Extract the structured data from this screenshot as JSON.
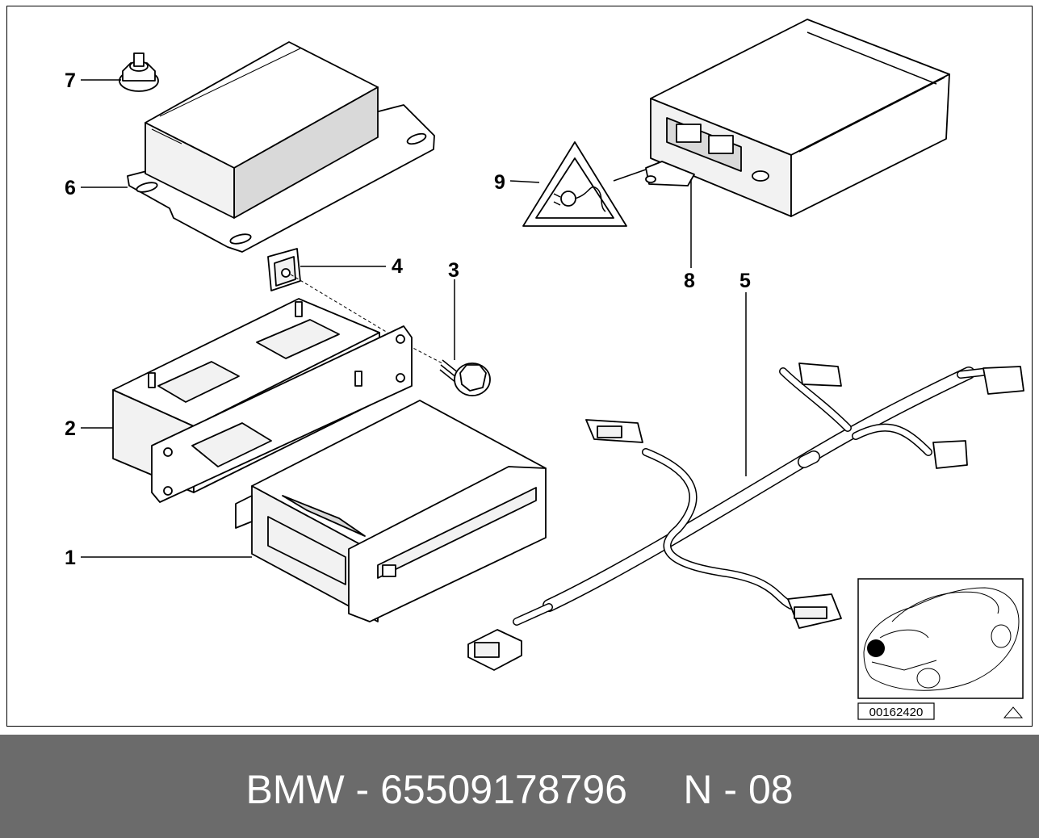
{
  "callouts": {
    "c1": "1",
    "c2": "2",
    "c3": "3",
    "c4": "4",
    "c5": "5",
    "c6": "6",
    "c7": "7",
    "c8": "8",
    "c9": "9"
  },
  "diagram_id": "00162420",
  "footer": {
    "text": "BMW - 65509178796     N - 08"
  },
  "icons": {
    "warning": "esd-warning-triangle-icon",
    "corner_mark": "triangle-outline-icon"
  },
  "colors": {
    "footer_bg": "#6b6b6b",
    "footer_text": "#ffffff",
    "line_art": "#000000"
  }
}
